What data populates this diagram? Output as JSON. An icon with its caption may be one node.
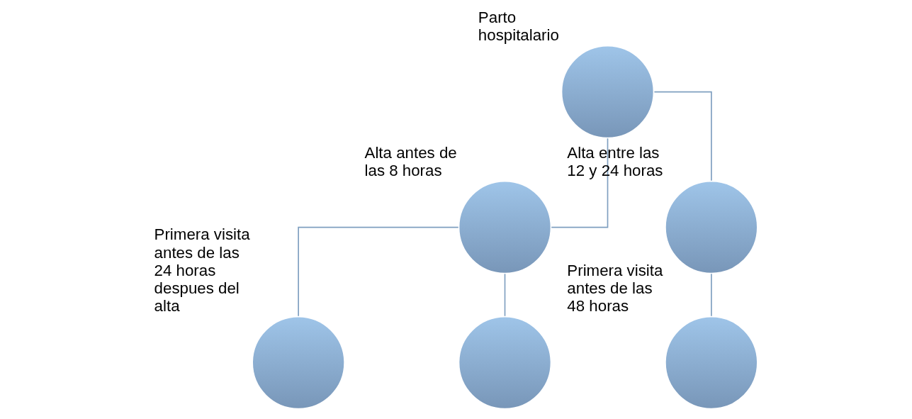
{
  "diagram": {
    "nodes": [
      {
        "text": [
          "Parto hospitalario"
        ]
      },
      {
        "text": [
          "Alta antes de las 8 horas"
        ]
      },
      {
        "text": [
          "Alta entre las 12 y 24 horas"
        ]
      },
      {
        "text": [
          "Primera visita antes de las 24 horas despues del alta"
        ]
      },
      {
        "text": [],
        "shape": "circle"
      },
      {
        "text": [
          "Primera visita antes de las 48 horas"
        ]
      }
    ],
    "edges": [
      {
        "from": 0,
        "to": 1,
        "arrow": "none"
      },
      {
        "from": 0,
        "to": 2,
        "arrow": "none"
      },
      {
        "from": 1,
        "to": 3,
        "arrow": "none"
      },
      {
        "from": 1,
        "to": 4,
        "arrow": "none"
      },
      {
        "from": 2,
        "to": 5,
        "arrow": "none"
      }
    ]
  }
}
